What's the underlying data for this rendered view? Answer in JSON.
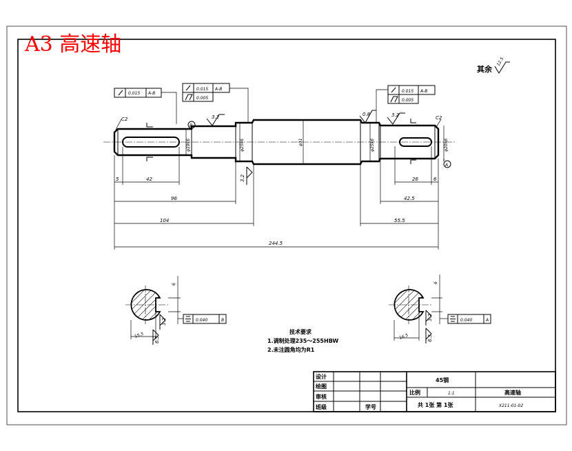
{
  "overlay_title": "A3 高速轴",
  "other_roughness": {
    "label": "其余",
    "value": "12.5"
  },
  "roughness": {
    "left_shoulder": "3.2",
    "left_journal_v": "3.2",
    "right_bearing": "0.8",
    "right_shoulder": "3.2",
    "sec_left_keyway": "3.2",
    "sec_left_side": "6.3",
    "sec_right_keyway": "3.2",
    "sec_right_side": "6.3"
  },
  "chamfers": {
    "left": "C2",
    "right": "C2"
  },
  "datums": {
    "A": "A",
    "B": "B"
  },
  "fcf": {
    "left_runout": {
      "value": "0.015",
      "datum": "A-B"
    },
    "mid_runout": {
      "value": "0.015",
      "datum": "A-B"
    },
    "mid_cyl": {
      "value": "0.005"
    },
    "right_runout": {
      "value": "0.015",
      "datum": "A-B"
    },
    "right_cyl": {
      "value": "0.005"
    },
    "sec_left_sym": {
      "value": "0.040",
      "datum": "B"
    },
    "sec_right_sym": {
      "value": "0.040",
      "datum": "A"
    }
  },
  "dims": {
    "d_5": "5",
    "d_42": "42",
    "d_96": "96",
    "d_104": "104",
    "d_2445": "244.5",
    "d_555": "55.5",
    "d_425": "42.5",
    "d_26": "26",
    "d_6": "6",
    "dia_left": "φ19k6",
    "dia_bearing_l": "φ25k6",
    "dia_mid": "φ31",
    "dia_bearing_r": "φ25k6",
    "dia_right": "φ20h6",
    "sec_left_w": "6",
    "sec_left_depth": "15.5",
    "sec_right_w": "6",
    "sec_right_depth": "16.5"
  },
  "tech_req": {
    "title": "技术要求",
    "line1": "1.调制处理235～255HBW",
    "line2": "2.未注圆角均为R1"
  },
  "title_block": {
    "design": "设计",
    "drawing": "绘图",
    "check": "审核",
    "class": "班级",
    "student_id": "学号",
    "material": "45钢",
    "scale_label": "比例",
    "scale_value": "1:1",
    "part_name": "高速轴",
    "sheets": "共 1张  第 1张",
    "drawing_no": "X211-01-02"
  }
}
